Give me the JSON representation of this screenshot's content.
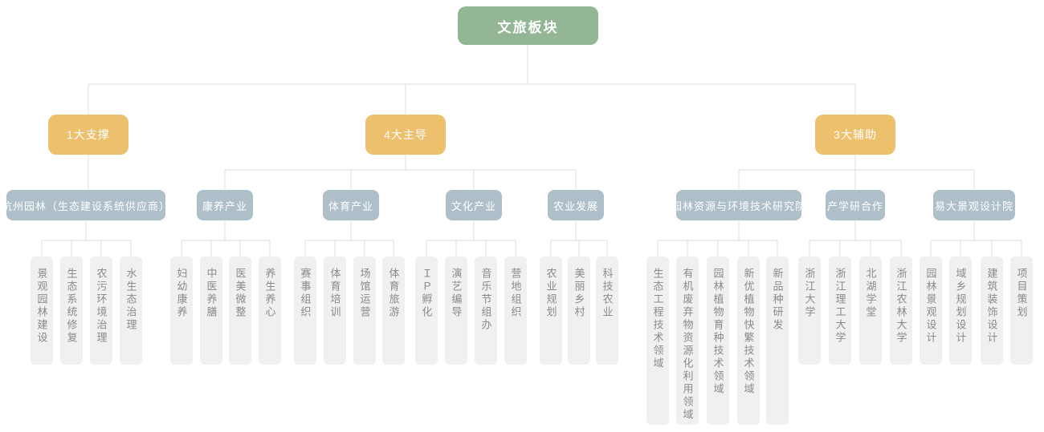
{
  "org": {
    "root": "文旅板块",
    "branches": [
      {
        "label": "1大支撑",
        "groups": [
          {
            "label": "杭州园林（生态建设系统供应商）",
            "items": [
              "景观园林建设",
              "生态系统修复",
              "农污环境治理",
              "水生态治理"
            ]
          }
        ]
      },
      {
        "label": "4大主导",
        "groups": [
          {
            "label": "康养产业",
            "items": [
              "妇幼康养",
              "中医养膳",
              "医美微整",
              "养生养心"
            ]
          },
          {
            "label": "体育产业",
            "items": [
              "赛事组织",
              "体育培训",
              "场馆运营",
              "体育旅游"
            ]
          },
          {
            "label": "文化产业",
            "items": [
              "ＩＰ孵化",
              "演艺编导",
              "音乐节组办",
              "营地组织"
            ]
          },
          {
            "label": "农业发展",
            "items": [
              "农业规划",
              "美丽乡村",
              "科技农业"
            ]
          }
        ]
      },
      {
        "label": "3大辅助",
        "groups": [
          {
            "label": "园林资源与环境技术研究院",
            "items": [
              "生态工程技术领域",
              "有机废弃物资源化利用领域",
              "园林植物育种技术领域",
              "新优植物快繁技术领域",
              "新品种研发"
            ]
          },
          {
            "label": "产学研合作",
            "items": [
              "浙江大学",
              "浙江理工大学",
              "北湖学堂",
              "浙江农林大学"
            ]
          },
          {
            "label": "易大景观设计院",
            "items": [
              "园林景观设计",
              "域乡规划设计",
              "建筑装饰设计",
              "项目策划"
            ]
          }
        ]
      }
    ],
    "colors": {
      "root_bg": "#93b794",
      "branch_bg": "#edc06e",
      "group_bg": "#aebfc9",
      "item_bg": "#f0f0f0",
      "item_text": "#8a8a8a",
      "line": "#dcdcdc"
    }
  }
}
